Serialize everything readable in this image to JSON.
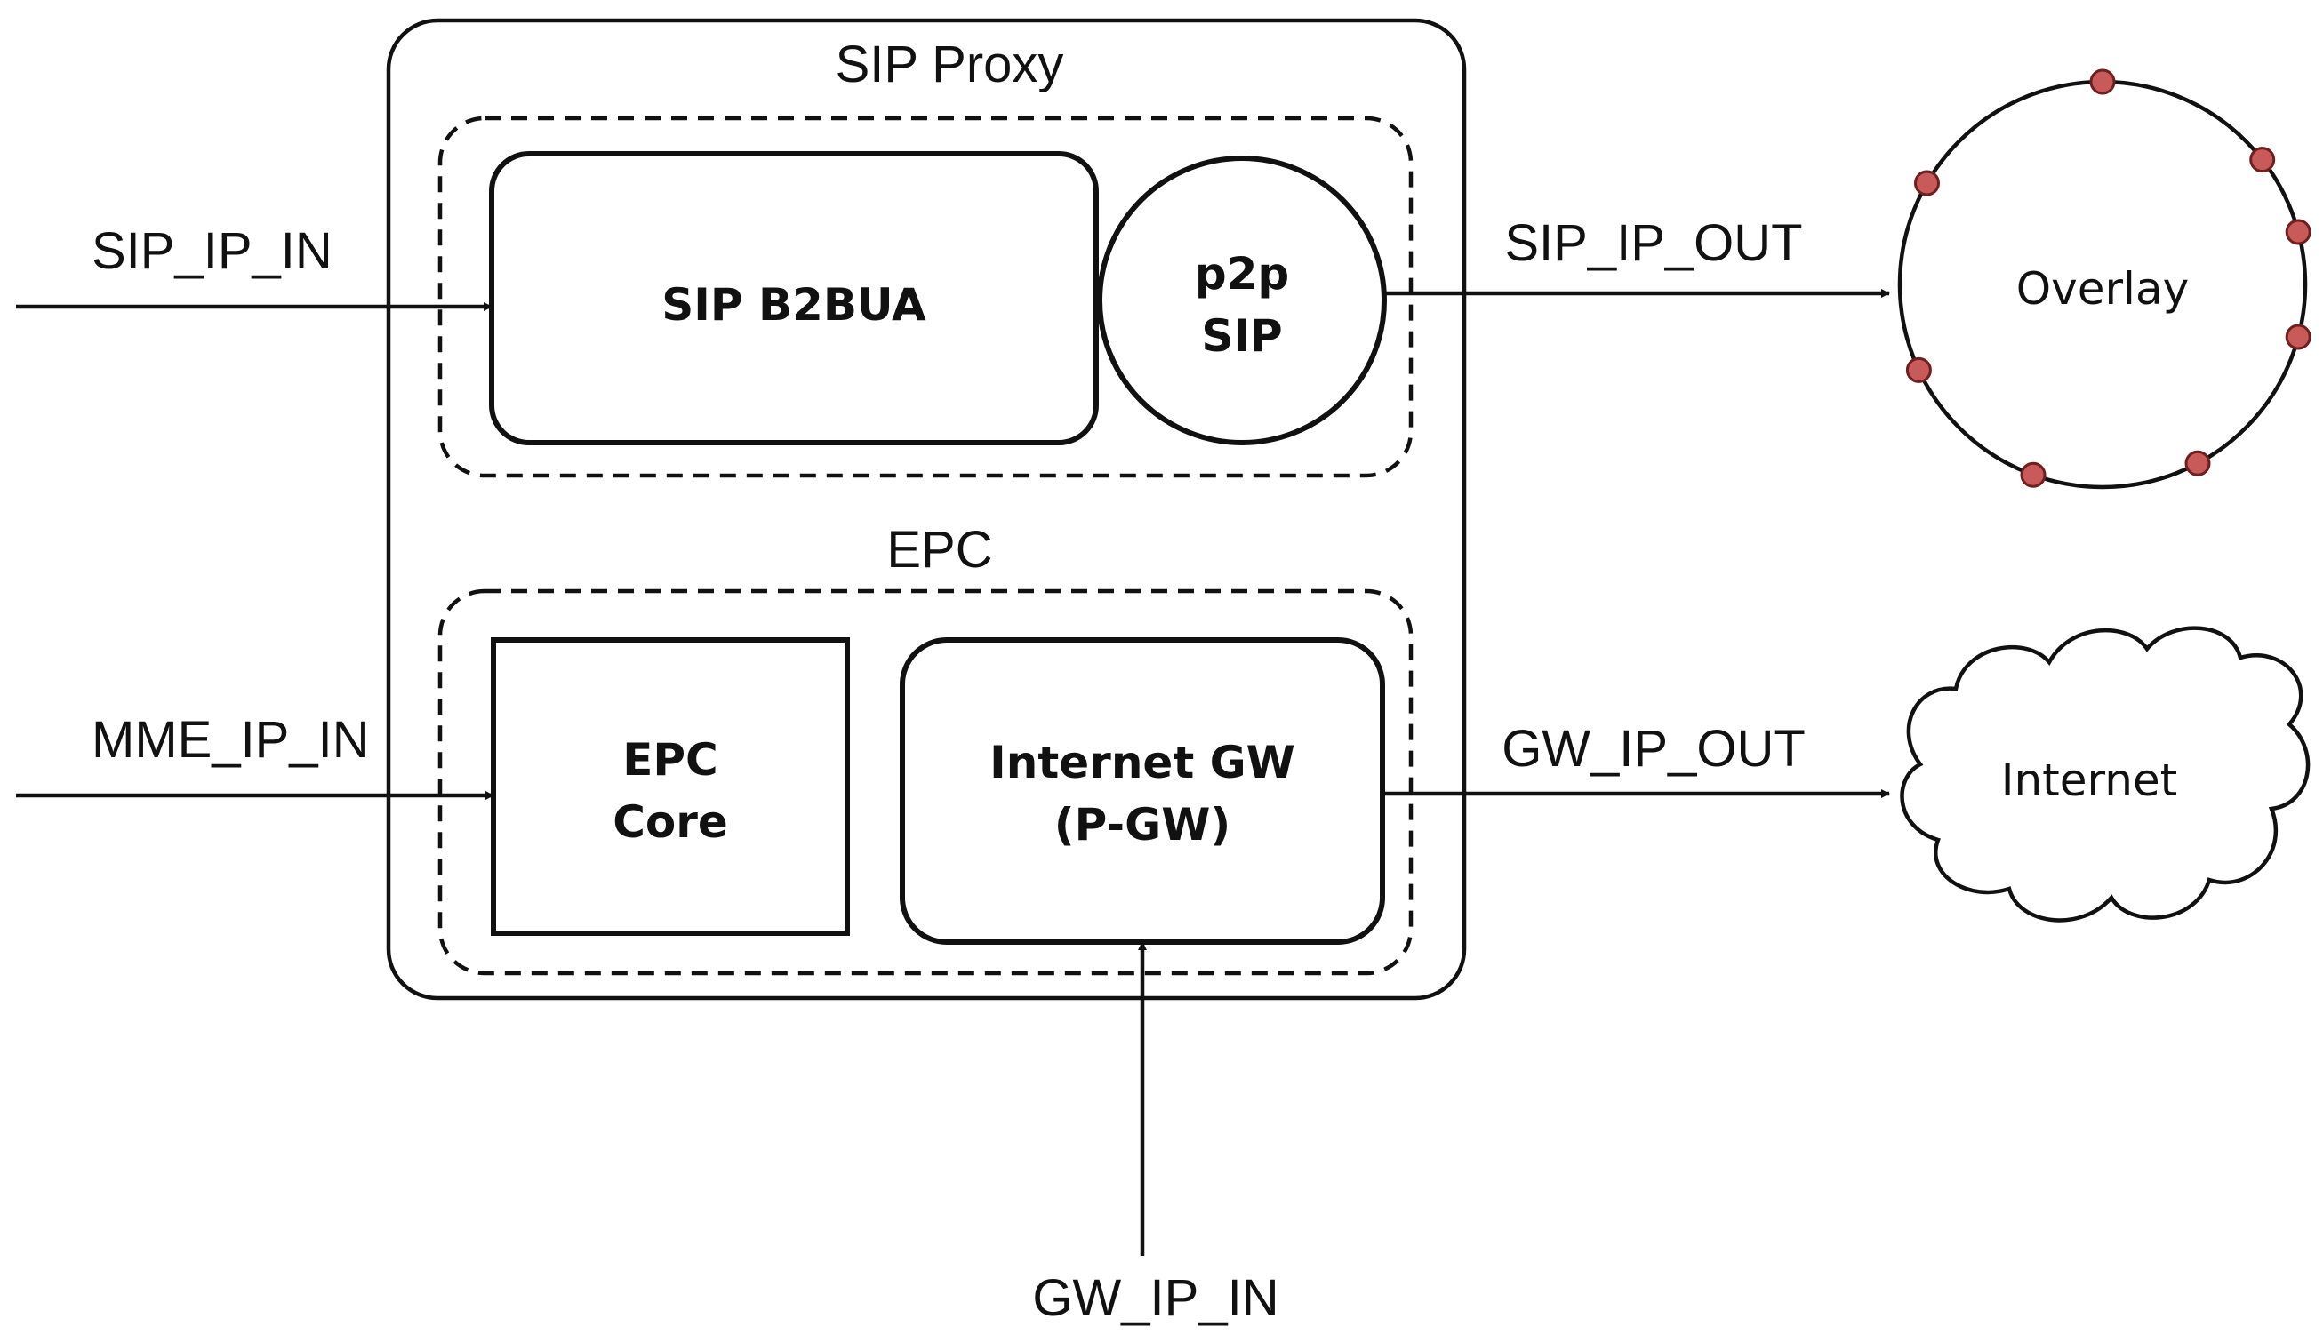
{
  "proxy": {
    "title": "SIP Proxy"
  },
  "sip_group": {
    "b2bua_label": "SIP B2BUA",
    "p2p_line1": "p2p",
    "p2p_line2": "SIP"
  },
  "epc_group": {
    "title": "EPC",
    "core_line1": "EPC",
    "core_line2": "Core",
    "gw_line1": "Internet GW",
    "gw_line2": "(P-GW)"
  },
  "interfaces": {
    "sip_in": "SIP_IP_IN",
    "mme_in": "MME_IP_IN",
    "sip_out": "SIP_IP_OUT",
    "gw_out": "GW_IP_OUT",
    "gw_in": "GW_IP_IN"
  },
  "external": {
    "overlay": "Overlay",
    "internet": "Internet"
  },
  "colors": {
    "line": "#111111",
    "overlay_peer": "#c85a5a",
    "overlay_peer_stroke": "#6e1f1f"
  }
}
